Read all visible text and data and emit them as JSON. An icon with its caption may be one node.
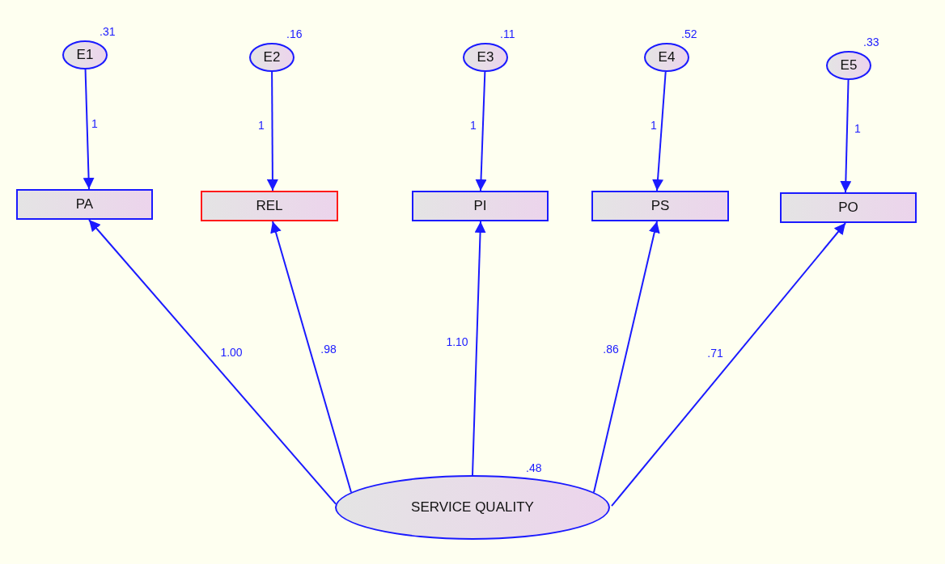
{
  "diagram": {
    "nodes": [
      {
        "text": [
          "E1"
        ],
        "beside": [
          ".31"
        ]
      },
      {
        "text": [
          "E2"
        ],
        "beside": [
          ".16"
        ]
      },
      {
        "text": [
          "E3"
        ],
        "beside": [
          ".11"
        ]
      },
      {
        "text": [
          "E4"
        ],
        "beside": [
          ".52"
        ]
      },
      {
        "text": [
          "E5"
        ],
        "beside": [
          ".33"
        ]
      },
      {
        "text": [
          "PA"
        ]
      },
      {
        "text": [
          "REL"
        ]
      },
      {
        "text": [
          "PI"
        ]
      },
      {
        "text": [
          "PS"
        ]
      },
      {
        "text": [
          "PO"
        ]
      },
      {
        "text": [
          "SERVICE QUALITY"
        ],
        "beside": [
          ".48"
        ]
      }
    ],
    "edges": [
      {
        "from": 0,
        "to": 5,
        "arrow": "to",
        "label": "1"
      },
      {
        "from": 1,
        "to": 6,
        "arrow": "to",
        "label": "1"
      },
      {
        "from": 2,
        "to": 7,
        "arrow": "to",
        "label": "1"
      },
      {
        "from": 3,
        "to": 8,
        "arrow": "to",
        "label": "1"
      },
      {
        "from": 4,
        "to": 9,
        "arrow": "to",
        "label": "1"
      },
      {
        "from": 10,
        "to": 5,
        "arrow": "to",
        "label": "1.00"
      },
      {
        "from": 10,
        "to": 6,
        "arrow": "to",
        "label": ".98"
      },
      {
        "from": 10,
        "to": 7,
        "arrow": "to",
        "label": "1.10"
      },
      {
        "from": 10,
        "to": 8,
        "arrow": "to",
        "label": ".86"
      },
      {
        "from": 10,
        "to": 9,
        "arrow": "to",
        "label": ".71"
      }
    ]
  }
}
